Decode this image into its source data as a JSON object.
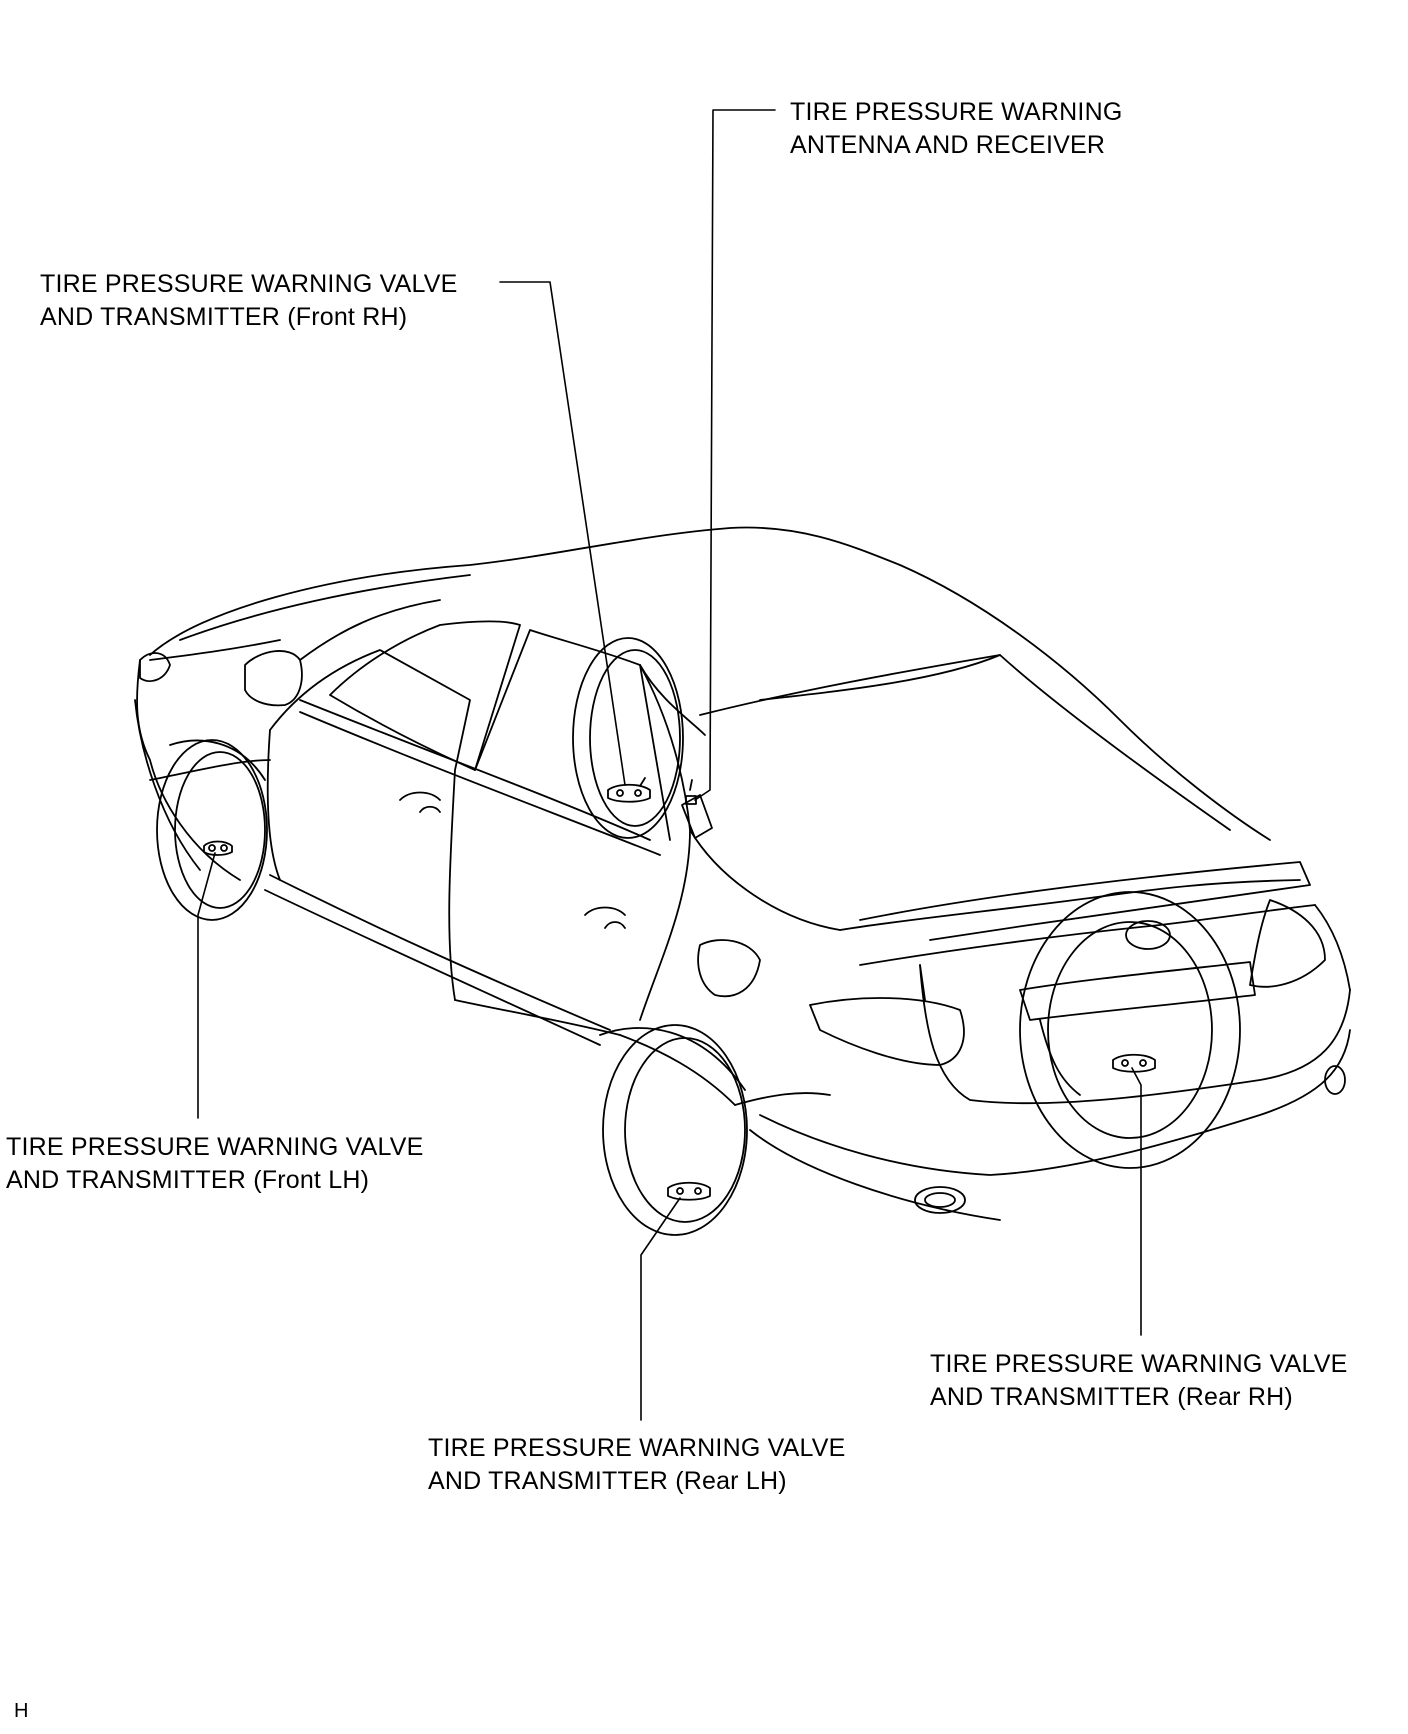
{
  "labels": {
    "antenna_receiver": {
      "line1": "TIRE PRESSURE WARNING",
      "line2": "ANTENNA AND RECEIVER"
    },
    "front_rh": {
      "line1": "TIRE PRESSURE WARNING VALVE",
      "line2": "AND TRANSMITTER (Front RH)"
    },
    "front_lh": {
      "line1": "TIRE PRESSURE WARNING VALVE",
      "line2": "AND TRANSMITTER (Front LH)"
    },
    "rear_rh": {
      "line1": "TIRE PRESSURE WARNING VALVE",
      "line2": "AND TRANSMITTER (Rear RH)"
    },
    "rear_lh": {
      "line1": "TIRE PRESSURE WARNING VALVE",
      "line2": "AND TRANSMITTER (Rear LH)"
    }
  },
  "figure_code": "H",
  "colors": {
    "line": "#000000",
    "background": "#ffffff"
  }
}
